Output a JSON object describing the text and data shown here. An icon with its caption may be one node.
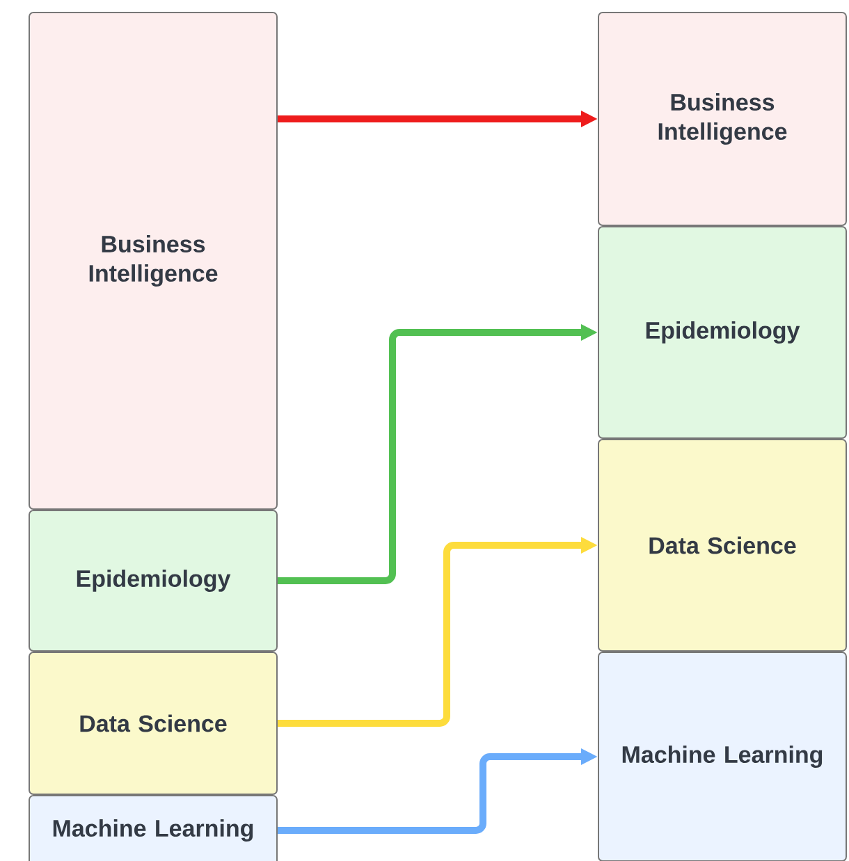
{
  "diagram": {
    "nodes": [
      {
        "text": [
          "Business Intelligence"
        ]
      },
      {
        "text": [
          "Epidemiology"
        ]
      },
      {
        "text": [
          "Data Science"
        ]
      },
      {
        "text": [
          "Machine Learning"
        ]
      },
      {
        "text": [
          "Business Intelligence"
        ]
      },
      {
        "text": [
          "Epidemiology"
        ]
      },
      {
        "text": [
          "Data Science"
        ]
      },
      {
        "text": [
          "Machine Learning"
        ]
      }
    ],
    "edges": [
      {
        "from": 0,
        "to": 4,
        "arrow": "to",
        "color": "#ee1c1c"
      },
      {
        "from": 1,
        "to": 5,
        "arrow": "to",
        "color": "#52c052"
      },
      {
        "from": 2,
        "to": 6,
        "arrow": "to",
        "color": "#fddc3c"
      },
      {
        "from": 3,
        "to": 7,
        "arrow": "to",
        "color": "#6aacfb"
      }
    ]
  }
}
